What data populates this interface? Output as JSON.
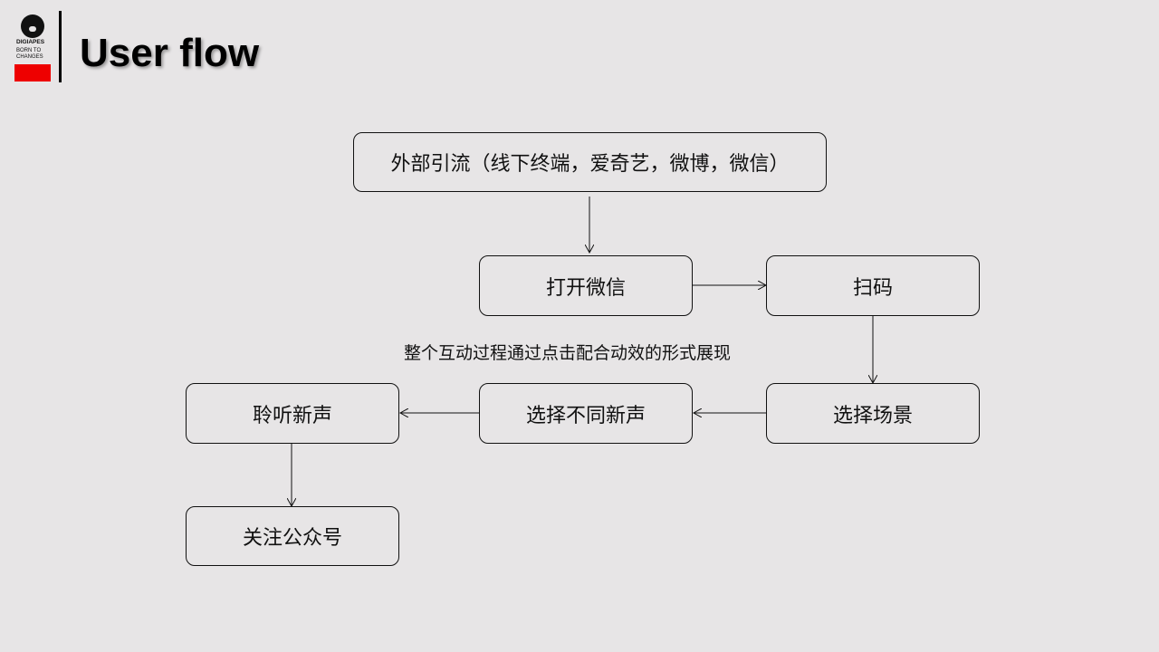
{
  "logo": {
    "brand": "DIGIAPES",
    "tagline_1": "BORN TO",
    "tagline_2": "CHANGES"
  },
  "title": "User flow",
  "colors": {
    "background": "#e7e5e6",
    "logo_red": "#ee0000",
    "stroke": "#111111"
  },
  "nodes": {
    "external_traffic": "外部引流（线下终端，爱奇艺，微博，微信）",
    "open_wechat": "打开微信",
    "scan_code": "扫码",
    "choose_scene": "选择场景",
    "choose_new_voice": "选择不同新声",
    "listen_new_voice": "聆听新声",
    "follow_account": "关注公众号"
  },
  "edges": [
    {
      "from": "external_traffic",
      "to": "open_wechat"
    },
    {
      "from": "open_wechat",
      "to": "scan_code"
    },
    {
      "from": "scan_code",
      "to": "choose_scene"
    },
    {
      "from": "choose_scene",
      "to": "choose_new_voice"
    },
    {
      "from": "choose_new_voice",
      "to": "listen_new_voice"
    },
    {
      "from": "listen_new_voice",
      "to": "follow_account"
    }
  ],
  "note": "整个互动过程通过点击配合动效的形式展现"
}
